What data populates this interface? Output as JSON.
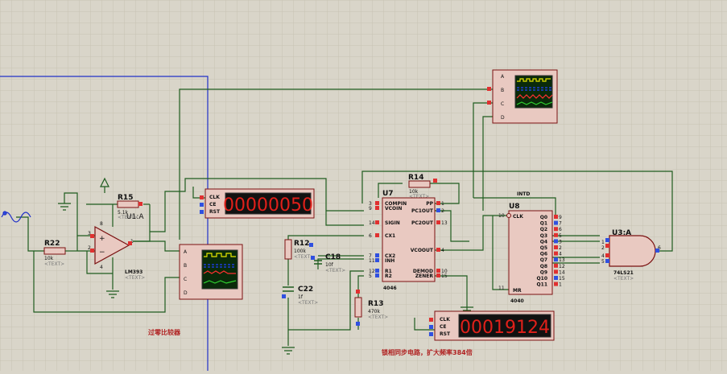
{
  "components": {
    "r22": {
      "ref": "R22",
      "value": "10k",
      "text": "<TEXT>"
    },
    "r15": {
      "ref": "R15",
      "value": "5.1k",
      "text": "<TEXT>"
    },
    "op_amp": {
      "ref": "U1:A",
      "part": "LM393",
      "text": "<TEXT>",
      "pins": [
        "3",
        "2",
        "1",
        "8",
        "4"
      ]
    },
    "r12": {
      "ref": "R12",
      "value": "100k",
      "text": "<TEXT>"
    },
    "c18": {
      "ref": "C18",
      "value": "10f",
      "text": "<TEXT>"
    },
    "c22": {
      "ref": "C22",
      "value": "1f",
      "text": "<TEXT>"
    },
    "r13": {
      "ref": "R13",
      "value": "470k",
      "text": "<TEXT>"
    },
    "r14": {
      "ref": "R14",
      "value": "10k",
      "text": "<TEXT>"
    },
    "u7": {
      "ref": "U7",
      "part": "4046",
      "left_pins": [
        [
          "3",
          "COMPIN"
        ],
        [
          "9",
          "VCOIN"
        ],
        [
          "14",
          "SIGIN"
        ],
        [
          "6",
          "CX1"
        ],
        [
          "7",
          "CX2"
        ],
        [
          "11",
          "INH"
        ],
        [
          "12",
          "R1"
        ],
        [
          "5",
          "R2"
        ]
      ],
      "right_pins": [
        [
          "1",
          "PP"
        ],
        [
          "2",
          "PC1OUT"
        ],
        [
          "13",
          "PC2OUT"
        ],
        [
          "4",
          "VCOOUT"
        ],
        [
          "10",
          "DEMOD"
        ],
        [
          "15",
          "ZENER"
        ]
      ]
    },
    "u8": {
      "ref": "U8",
      "part": "4040",
      "pin_clk": "10",
      "label_clk": "CLK",
      "pin_mr": "11",
      "label_mr": "MR",
      "outputs": [
        [
          "Q0",
          "9"
        ],
        [
          "Q1",
          "7"
        ],
        [
          "Q2",
          "6"
        ],
        [
          "Q3",
          "5"
        ],
        [
          "Q4",
          "3"
        ],
        [
          "Q5",
          "2"
        ],
        [
          "Q6",
          "4"
        ],
        [
          "Q7",
          "13"
        ],
        [
          "Q8",
          "12"
        ],
        [
          "Q9",
          "14"
        ],
        [
          "Q10",
          "15"
        ],
        [
          "Q11",
          "1"
        ]
      ]
    },
    "u3": {
      "ref": "U3:A",
      "part": "74LS21",
      "text": "<TEXT>",
      "inputs": [
        "1",
        "2",
        "4",
        "5"
      ],
      "output": "6"
    },
    "counter_top": {
      "labels": [
        "CLK",
        "CE",
        "RST"
      ],
      "display": "00000050"
    },
    "counter_bottom": {
      "labels": [
        "CLK",
        "CE",
        "RST"
      ],
      "display": "00019124"
    },
    "scope_top": {
      "channels": [
        "A",
        "B",
        "C",
        "D"
      ]
    },
    "scope_bottom": {
      "channels": [
        "A",
        "B",
        "C",
        "D"
      ]
    },
    "net_label": "INTD"
  },
  "captions": {
    "left": "过零比较器",
    "bottom": "锁相同步电路，扩大频率384倍"
  },
  "colors": {
    "background": "#d9d5c9",
    "grid": "#c7c2b4",
    "wire": "#1f5c1f",
    "body": "#e9c9c1",
    "outline": "#7a1111",
    "pin_red": "#e03030",
    "pin_blue": "#3050e0",
    "sheet_border": "#2030c8",
    "seg_on": "#e0201a",
    "caption": "#b02020"
  }
}
